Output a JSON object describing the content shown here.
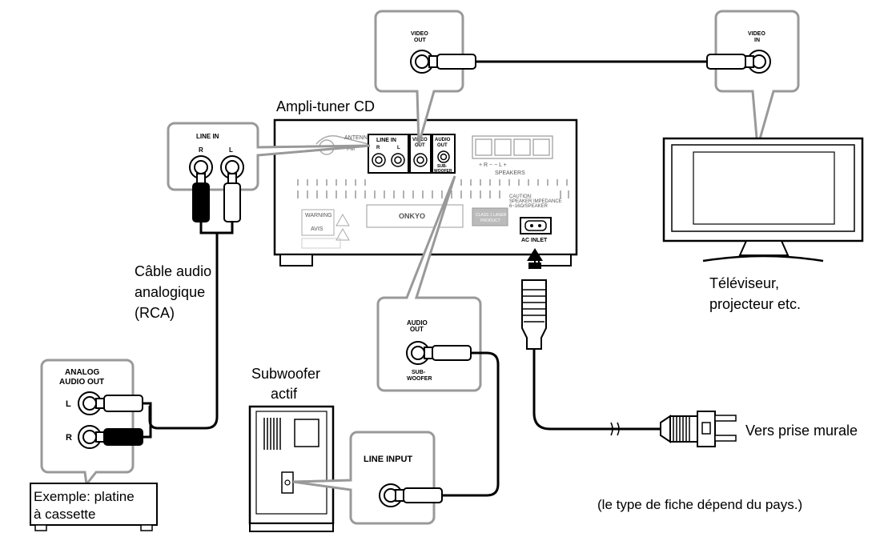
{
  "labels": {
    "amp": "Ampli-tuner CD",
    "cable_1": "Câble audio",
    "cable_2": "analogique",
    "cable_3": "(RCA)",
    "tv_1": "Téléviseur,",
    "tv_2": "projecteur etc.",
    "sub_1": "Subwoofer",
    "sub_2": "actif",
    "wall": "Vers prise murale",
    "example_1": "Exemple: platine",
    "example_2": "à cassette",
    "plug_note": "(le type de fiche dépend du pays.)"
  },
  "callouts": {
    "video_out_1": "VIDEO",
    "video_out_2": "OUT",
    "video_in_1": "VIDEO",
    "video_in_2": "IN",
    "line_in": "LINE IN",
    "r": "R",
    "l": "L",
    "audio_out_1": "AUDIO",
    "audio_out_2": "OUT",
    "sub_jack_1": "SUB-",
    "sub_jack_2": "WOOFER",
    "analog_out_1": "ANALOG",
    "analog_out_2": "AUDIO OUT",
    "line_input": "LINE INPUT"
  },
  "panel": {
    "antenna": "ANTENNA",
    "fm": "FM",
    "line_in": "LINE IN",
    "r": "R",
    "l": "L",
    "video_1": "VIDEO",
    "video_2": "OUT",
    "audio_1": "AUDIO",
    "audio_2": "OUT",
    "sub_1": "SUB-",
    "sub_2": "WOOFER",
    "speakers": "SPEAKERS",
    "spk_marks": "+ R −    − L +",
    "caution_1": "CAUTION:",
    "caution_2": "SPEAKER IMPEDANCE",
    "caution_3": "6~16Ω/SPEAKER",
    "brand": "ONKYO",
    "warning": "WARNING",
    "avis": "AVIS",
    "laser_1": "CLASS 1 LASER",
    "laser_2": "PRODUCT",
    "ac_inlet": "AC INLET"
  }
}
